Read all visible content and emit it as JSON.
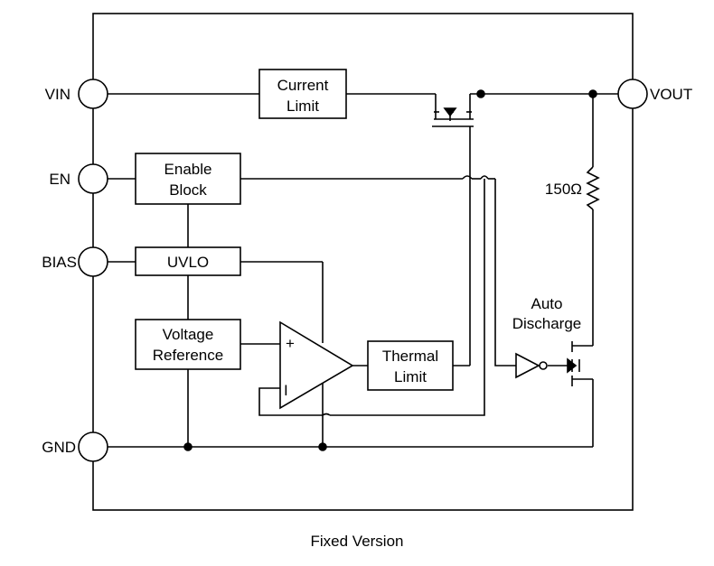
{
  "pins": {
    "vin": "VIN",
    "en": "EN",
    "bias": "BIAS",
    "gnd": "GND",
    "vout": "VOUT"
  },
  "blocks": {
    "current_limit": [
      "Current",
      "Limit"
    ],
    "enable_block": [
      "Enable",
      "Block"
    ],
    "uvlo": "UVLO",
    "voltage_reference": [
      "Voltage",
      "Reference"
    ],
    "thermal_limit": [
      "Thermal",
      "Limit"
    ],
    "auto_discharge": [
      "Auto",
      "Discharge"
    ]
  },
  "components": {
    "resistor_value": "150Ω",
    "opamp_plus": "+",
    "opamp_minus": "I"
  },
  "caption": "Fixed Version"
}
